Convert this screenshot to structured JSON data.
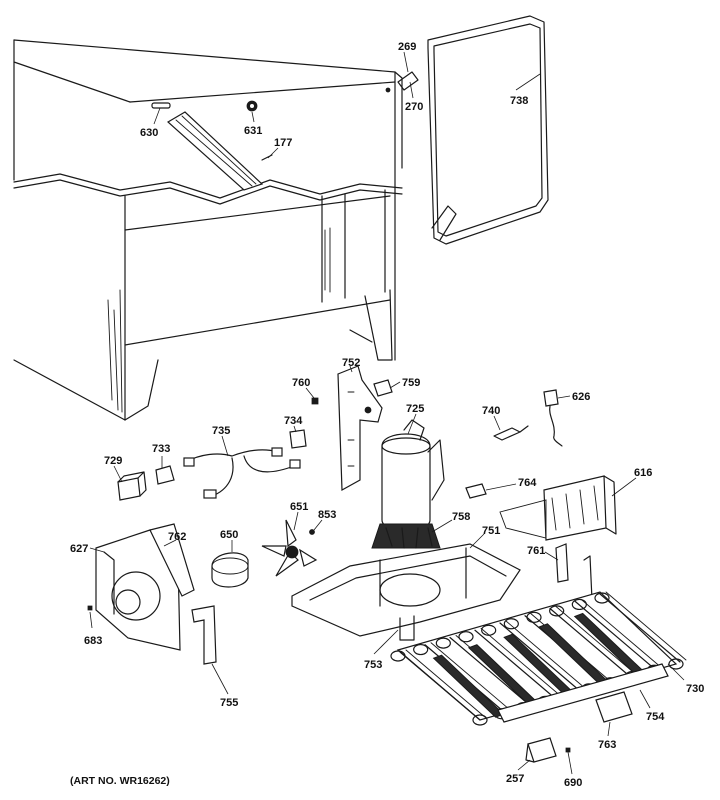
{
  "labels": {
    "p269": "269",
    "p270": "270",
    "p738": "738",
    "p630": "630",
    "p631": "631",
    "p177": "177",
    "p752": "752",
    "p760": "760",
    "p759": "759",
    "p725": "725",
    "p740": "740",
    "p626": "626",
    "p735": "735",
    "p734": "734",
    "p733": "733",
    "p729": "729",
    "p764": "764",
    "p616": "616",
    "p651": "651",
    "p650": "650",
    "p853": "853",
    "p758": "758",
    "p751": "751",
    "p761": "761",
    "p627": "627",
    "p762": "762",
    "p683": "683",
    "p755": "755",
    "p753": "753",
    "p730": "730",
    "p754": "754",
    "p763": "763",
    "p257": "257",
    "p690": "690"
  },
  "art_number": "(ART NO. WR16262)"
}
